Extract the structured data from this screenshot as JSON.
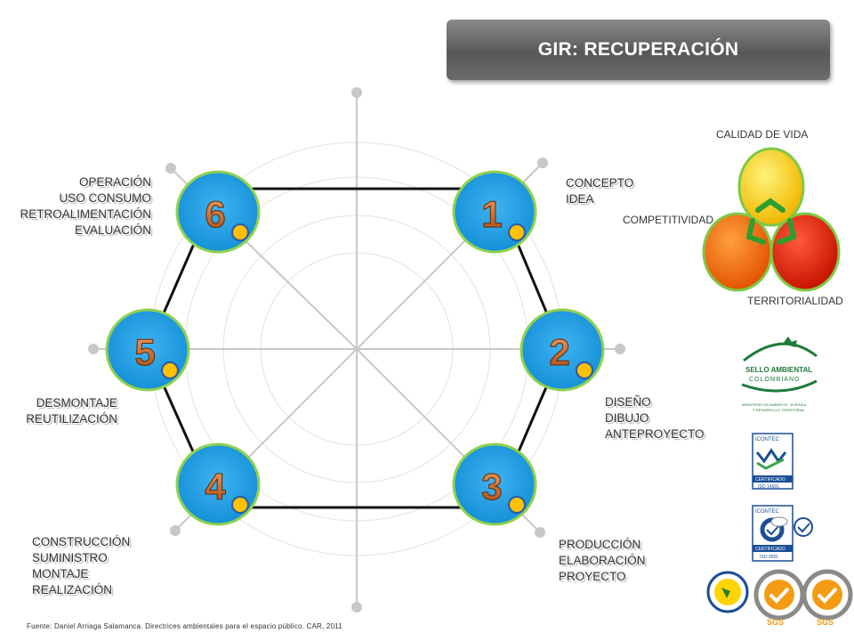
{
  "title": "GIR:  RECUPERACIÓN",
  "stages": [
    {
      "number": "1",
      "lines": [
        "CONCEPTO",
        "IDEA"
      ]
    },
    {
      "number": "2",
      "lines": [
        "DISEÑO",
        "DIBUJO",
        "ANTEPROYECTO"
      ]
    },
    {
      "number": "3",
      "lines": [
        "PRODUCCIÓN",
        "ELABORACIÓN",
        "PROYECTO"
      ]
    },
    {
      "number": "4",
      "lines": [
        "CONSTRUCCIÓN",
        "SUMINISTRO",
        "MONTAJE",
        "REALIZACIÓN"
      ]
    },
    {
      "number": "5",
      "lines": [
        "DESMONTAJE",
        "REUTILIZACIÓN"
      ]
    },
    {
      "number": "6",
      "lines": [
        "OPERACIÓN",
        "USO CONSUMO",
        "RETROALIMENTACIÓN",
        "EVALUACIÓN"
      ]
    }
  ],
  "sustainability": {
    "top": "CALIDAD DE VIDA",
    "left": "COMPETITIVIDAD",
    "right": "TERRITORIALIDAD",
    "colors": {
      "top": "#ffd400",
      "left": "#ff6a00",
      "right": "#ee2200",
      "arrows": "#2e9e2e"
    }
  },
  "logos": {
    "sello": [
      "SELLO AMBIENTAL",
      "COLOMBIANO",
      "MINISTERIO DE AMBIENTE, VIVIENDA",
      "Y DESARROLLO TERRITORIAL"
    ],
    "icontec1": [
      "ICONTEC",
      "CERTIFICADO",
      "ISO 14001"
    ],
    "icontec2": [
      "ICONTEC",
      "CERTIFICADO",
      "ISO 9001"
    ],
    "sgs": [
      "SGS",
      "SGS"
    ]
  },
  "footer": "Fuente: Daniel Arriaga Salamanca. Directrices ambientales para el espacio público. CAR, 2011",
  "colors": {
    "circle": "#1f9be0",
    "circle_border": "#8fd14f",
    "dot": "#ffc000",
    "number": "#b55a1e"
  }
}
